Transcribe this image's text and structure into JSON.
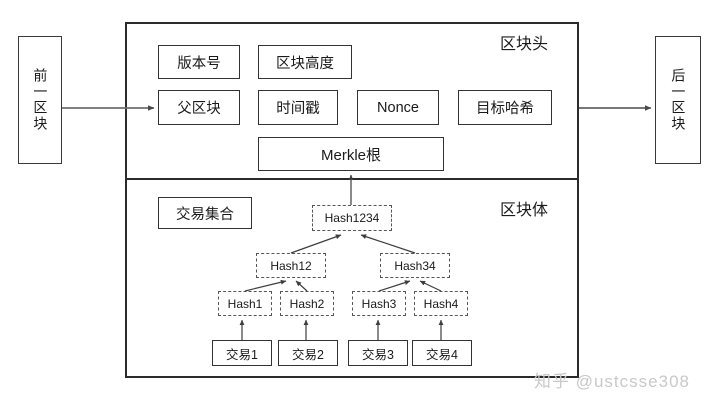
{
  "diagram": {
    "title": "Blockchain block structure diagram",
    "chain": {
      "previous_block": "前一区块",
      "next_block": "后一区块"
    },
    "regions": {
      "block_header_label": "区块头",
      "block_body_label": "区块体"
    },
    "header_fields": [
      {
        "id": "version",
        "label": "版本号"
      },
      {
        "id": "block-height",
        "label": "区块高度"
      },
      {
        "id": "parent-block",
        "label": "父区块"
      },
      {
        "id": "timestamp",
        "label": "时间戳"
      },
      {
        "id": "nonce",
        "label": "Nonce"
      },
      {
        "id": "target-hash",
        "label": "目标哈希"
      },
      {
        "id": "merkle-root",
        "label": "Merkle根"
      }
    ],
    "body": {
      "transaction_set_label": "交易集合",
      "merkle_tree": {
        "root": "Hash1234",
        "level2": [
          "Hash12",
          "Hash34"
        ],
        "leaves": [
          "Hash1",
          "Hash2",
          "Hash3",
          "Hash4"
        ],
        "transactions": [
          "交易1",
          "交易2",
          "交易3",
          "交易4"
        ]
      }
    },
    "watermark": "知乎 @ustcsse308",
    "colors": {
      "frame_stroke": "#2b2b2b",
      "solid_box_stroke": "#333333",
      "dashed_box_stroke": "#555555",
      "arrow_stroke": "#4a4a4a",
      "text": "#1a1a1a",
      "watermark": "#c9c9c9",
      "background": "#ffffff"
    }
  }
}
